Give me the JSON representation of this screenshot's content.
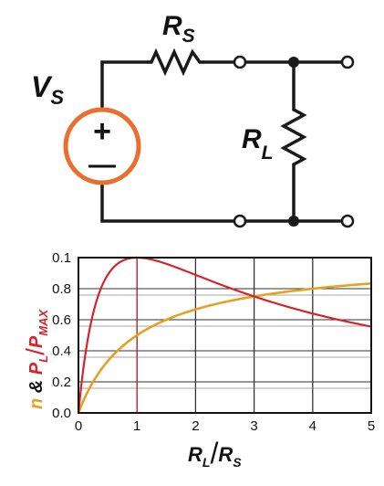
{
  "circuit": {
    "source": {
      "main": "V",
      "sub": "S",
      "plus": "+",
      "minus": "—"
    },
    "series_resistor": {
      "main": "R",
      "sub": "S"
    },
    "load_resistor": {
      "main": "R",
      "sub": "L"
    }
  },
  "chart_data": {
    "type": "line",
    "x": [
      0,
      0.25,
      0.5,
      0.75,
      1,
      1.5,
      2,
      2.5,
      3,
      3.5,
      4,
      4.5,
      5
    ],
    "series": [
      {
        "color": "#d8232a",
        "values": [
          0,
          0.64,
          0.889,
          0.98,
          1.0,
          0.96,
          0.889,
          0.816,
          0.75,
          0.691,
          0.64,
          0.595,
          0.556
        ]
      },
      {
        "color": "#e8a020",
        "values": [
          0,
          0.2,
          0.333,
          0.429,
          0.5,
          0.6,
          0.667,
          0.714,
          0.75,
          0.778,
          0.8,
          0.818,
          0.833
        ]
      }
    ],
    "xticks": [
      "0",
      "1",
      "2",
      "3",
      "4",
      "5"
    ],
    "yticks": [
      "0.0",
      "0.2",
      "0.4",
      "0.6",
      "0.8",
      "0.1"
    ],
    "xlim": [
      0,
      5
    ],
    "ylim": [
      0,
      1
    ],
    "xlabel": {
      "a": "R",
      "a_sub": "L",
      "sep": "/",
      "b": "R",
      "b_sub": "S"
    },
    "ylabel": {
      "n": "n",
      "amp": "&",
      "pl": "P",
      "pl_sub": "L",
      "sep": "/",
      "pmax": "P",
      "pmax_sub": "MAX"
    },
    "colors": {
      "pl_ratio": "#d8232a",
      "efficiency": "#e8a020",
      "grid": "#333333"
    },
    "grid": true
  }
}
